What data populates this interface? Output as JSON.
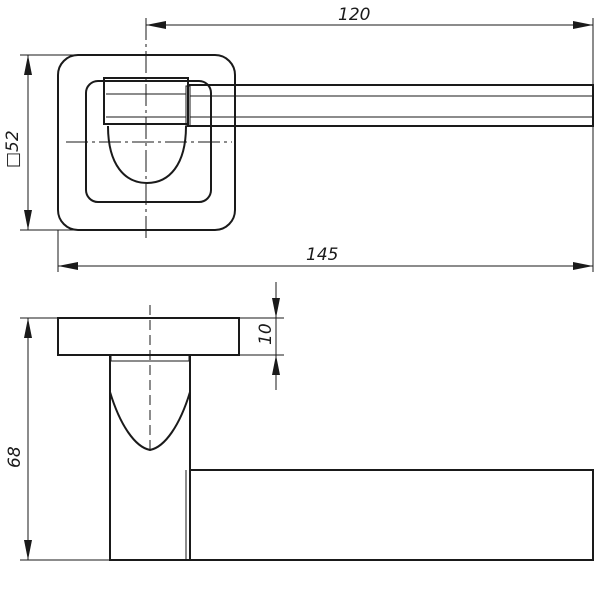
{
  "dimensions": {
    "total_length": "120",
    "overall_length": "145",
    "rosette_size": "52",
    "rosette_square_symbol": "□",
    "rosette_thickness": "10",
    "total_height": "68"
  }
}
